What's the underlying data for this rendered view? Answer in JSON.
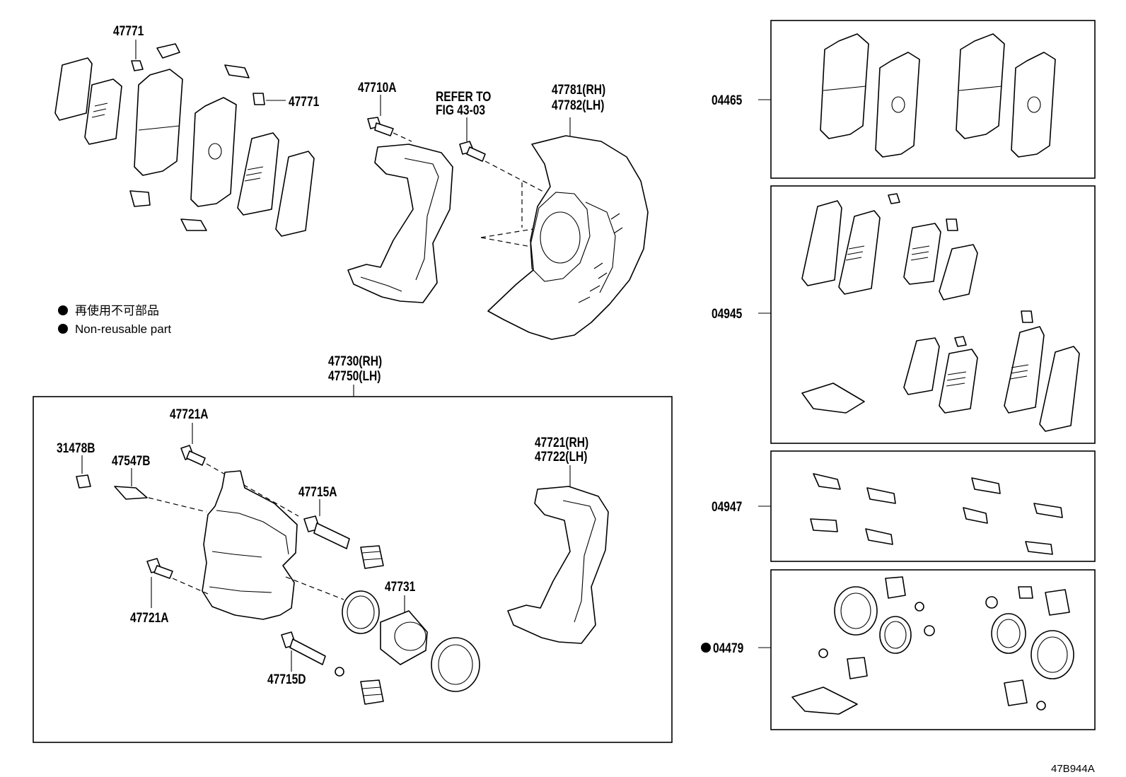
{
  "labels": {
    "clip_top": "47771",
    "clip_right": "47771",
    "mount_bolt": "47710A",
    "refer_line1": "REFER TO",
    "refer_line2": "FIG 43-03",
    "shield_rh": "47781(RH)",
    "shield_lh": "47782(LH)",
    "caliper_rh": "47730(RH)",
    "caliper_lh": "47750(LH)",
    "bolt_a_top": "47721A",
    "cap": "31478B",
    "bleeder": "47547B",
    "guide_pin_a": "47715A",
    "bolt_a_bottom": "47721A",
    "piston": "47731",
    "guide_pin_d": "47715D",
    "bracket_rh": "47721(RH)",
    "bracket_lh": "47722(LH)",
    "kit_pads": "04465",
    "kit_shims": "04945",
    "kit_clips": "04947",
    "kit_seals": "04479",
    "figure_code": "47B944A"
  },
  "legend": {
    "jp": "再使用不可部品",
    "en": "Non-reusable part"
  },
  "colors": {
    "ink": "#000000",
    "paper": "#ffffff"
  }
}
